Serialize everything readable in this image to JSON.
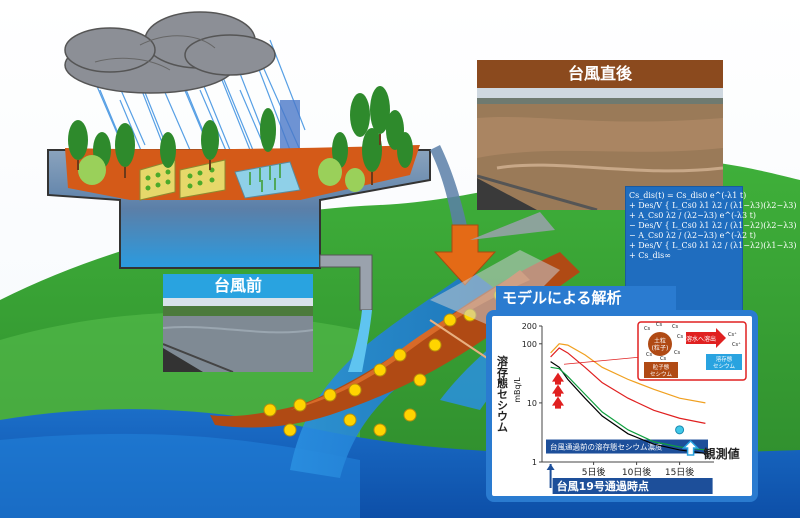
{
  "photos": {
    "after_label": "台風直後",
    "before_label": "台風前"
  },
  "model": {
    "title": "モデルによる解析",
    "equation_lines": [
      "Cs_dis(t) = Cs_dis0 e^(-λ1 t)",
      "+ Des/V { L_Cs0 λ1 λ2 / (λ1−λ3)(λ2−λ3) } e^(-λ3 t)",
      "+ A_Cs0 λ2 / (λ2−λ3) e^(-λ3 t)",
      "− Des/V { L_Cs0 λ1 λ2 / (λ1−λ2)(λ2−λ3) } e^(-λ2 t)",
      "− A_Cs0 λ2 / (λ2−λ3) e^(-λ2 t)",
      "+ Des/V { L_Cs0 λ1 λ2 / (λ1−λ2)(λ1−λ3) } e^(-λ1 t)",
      "+ Cs_dis∞"
    ]
  },
  "chart_data": {
    "type": "line",
    "ylabel": "溶存態セシウム",
    "yunit": "mBq/L",
    "yscale": "log",
    "ylim": [
      1,
      200
    ],
    "y_ticks": [
      "200",
      "100",
      "10",
      "1"
    ],
    "x_ticks": [
      "5日後",
      "10日後",
      "15日後"
    ],
    "x_tick_days": [
      5,
      10,
      15
    ],
    "xlim": [
      -1,
      19
    ],
    "series": [
      {
        "color": "#f0a020",
        "x": [
          0,
          1,
          2,
          4,
          6,
          9,
          12,
          15,
          18
        ],
        "y": [
          70,
          100,
          95,
          65,
          40,
          25,
          17,
          12,
          10
        ]
      },
      {
        "color": "#e02020",
        "x": [
          0,
          1,
          2,
          4,
          6,
          9,
          12,
          15,
          18
        ],
        "y": [
          60,
          85,
          70,
          40,
          22,
          12,
          7.5,
          5.5,
          4.5
        ]
      },
      {
        "color": "#000000",
        "x": [
          0,
          1,
          2,
          4,
          6,
          9,
          12,
          15,
          18
        ],
        "y": [
          50,
          40,
          25,
          12,
          6,
          3,
          2,
          1.6,
          1.4
        ]
      },
      {
        "color": "#10a040",
        "x": [
          0,
          1,
          2,
          4,
          6,
          9,
          12,
          15,
          18
        ],
        "y": [
          40,
          38,
          28,
          14,
          7,
          3.5,
          2.2,
          1.8,
          1.6
        ]
      }
    ],
    "observed": {
      "x": 15,
      "y": 3.5,
      "color": "#40c8e8"
    },
    "band_label": "台風通過前の溶存態セシウム濃度",
    "observed_label": "観測値",
    "event_label": "台風19号通過時点",
    "inset": {
      "cs_tokens": [
        "Cs",
        "Cs",
        "Cs",
        "Cs",
        "Cs",
        "Cs",
        "Cs"
      ],
      "soil_label": "土粒\n(粒子)",
      "desorb_label": "溶水へ溶出",
      "particulate_label": "粒子態\nセシウム",
      "dissolved_label": "溶存態\nセシウム",
      "cs_plus": "Cs⁺"
    }
  }
}
